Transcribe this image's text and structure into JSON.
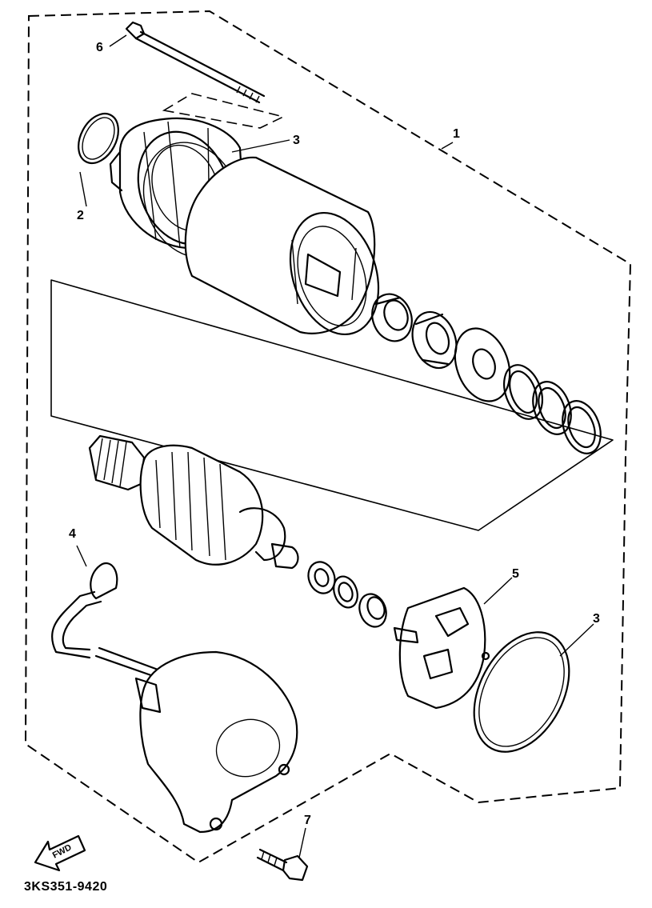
{
  "diagram": {
    "part_code": "3KS351-9420",
    "fwd_label": "FWD",
    "callouts": [
      {
        "id": "c1",
        "label": "1"
      },
      {
        "id": "c2",
        "label": "2"
      },
      {
        "id": "c3a",
        "label": "3"
      },
      {
        "id": "c3b",
        "label": "3"
      },
      {
        "id": "c4",
        "label": "4"
      },
      {
        "id": "c5",
        "label": "5"
      },
      {
        "id": "c6",
        "label": "6"
      },
      {
        "id": "c7",
        "label": "7"
      }
    ]
  }
}
